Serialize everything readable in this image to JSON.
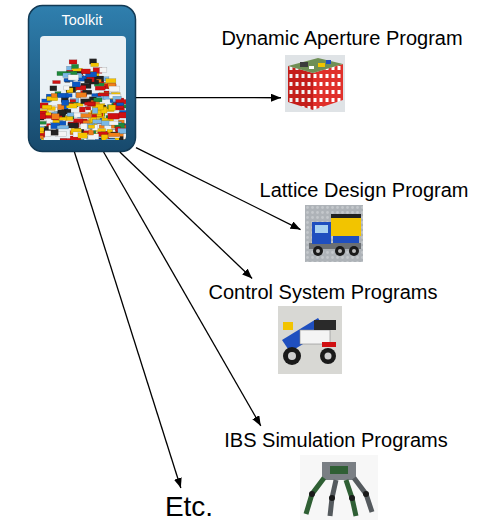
{
  "diagram": {
    "nodes": [
      {
        "text": [
          "Toolkit"
        ]
      },
      {
        "text": [
          "Dynamic Aperture Program"
        ]
      },
      {
        "text": [
          "Lattice Design Program"
        ]
      },
      {
        "text": [
          "Control System Programs"
        ]
      },
      {
        "text": [
          "IBS Simulation Programs"
        ]
      },
      {
        "text": [
          "Etc."
        ]
      }
    ],
    "edges": [
      {
        "from": 0,
        "to": 1,
        "arrow": "to"
      },
      {
        "from": 0,
        "to": 2,
        "arrow": "to"
      },
      {
        "from": 0,
        "to": 3,
        "arrow": "to"
      },
      {
        "from": 0,
        "to": 4,
        "arrow": "to"
      },
      {
        "from": 0,
        "to": 5,
        "arrow": "to"
      }
    ]
  }
}
